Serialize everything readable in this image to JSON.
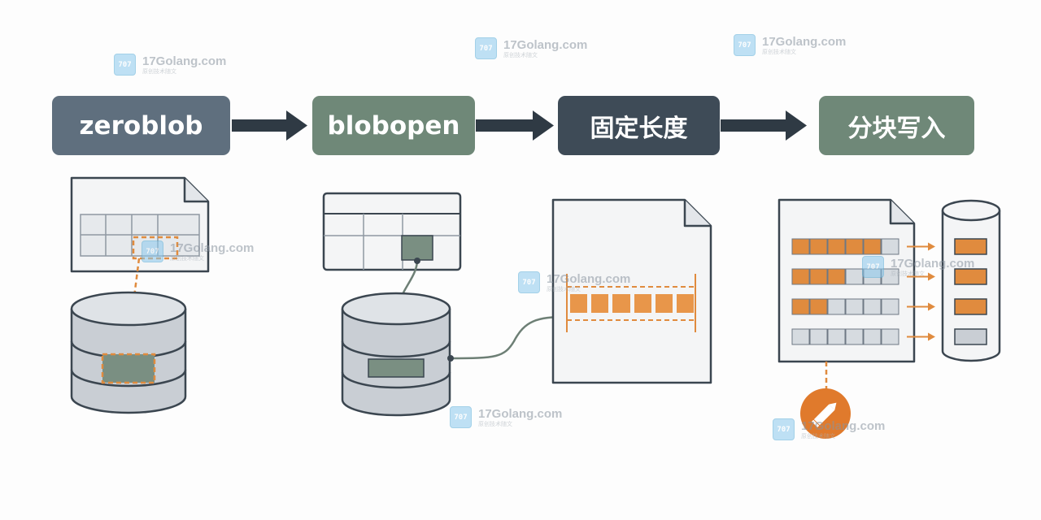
{
  "steps": [
    {
      "label": "zeroblob",
      "color": "#5f6f7e"
    },
    {
      "label": "blobopen",
      "color": "#6f8878"
    },
    {
      "label": "固定长度",
      "color": "#3e4b57"
    },
    {
      "label": "分块写入",
      "color": "#6f8878"
    }
  ],
  "watermark": {
    "domain": "17Golang.com",
    "subtitle": "原创技术随文",
    "logo_text": "707"
  },
  "colors": {
    "accent_orange": "#e08b3e",
    "cylinder_fill": "#c9ced4",
    "cylinder_stroke": "#3b4650",
    "page_fill": "#f4f5f6",
    "arrow": "#2f3a44",
    "connector": "#6d7f75"
  },
  "icons": [
    "pencil-icon"
  ]
}
